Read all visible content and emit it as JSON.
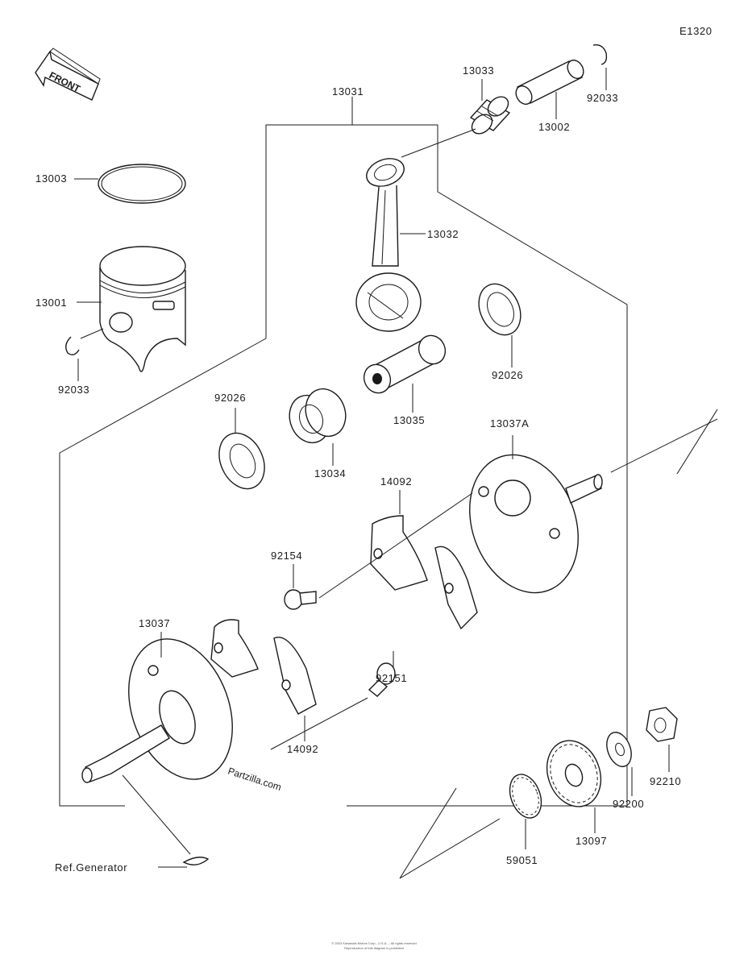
{
  "diagram_code": "E1320",
  "front_label": "FRONT",
  "watermark": "Partzilla.com",
  "ref_label": "Ref.Generator",
  "footer_lines": [
    "© 2023 Kawasaki Motors Corp., U.S.A. – All rights reserved",
    "Reproduction of this diagram is prohibited"
  ],
  "parts": [
    {
      "key": "p13031",
      "number": "13031"
    },
    {
      "key": "p13033",
      "number": "13033"
    },
    {
      "key": "p92033a",
      "number": "92033"
    },
    {
      "key": "p13002",
      "number": "13002"
    },
    {
      "key": "p13003",
      "number": "13003"
    },
    {
      "key": "p13032",
      "number": "13032"
    },
    {
      "key": "p13001",
      "number": "13001"
    },
    {
      "key": "p92033b",
      "number": "92033"
    },
    {
      "key": "p92026a",
      "number": "92026"
    },
    {
      "key": "p92026b",
      "number": "92026"
    },
    {
      "key": "p13035",
      "number": "13035"
    },
    {
      "key": "p13034",
      "number": "13034"
    },
    {
      "key": "p13037A",
      "number": "13037A"
    },
    {
      "key": "p14092a",
      "number": "14092"
    },
    {
      "key": "p92154",
      "number": "92154"
    },
    {
      "key": "p13037",
      "number": "13037"
    },
    {
      "key": "p92151",
      "number": "92151"
    },
    {
      "key": "p14092b",
      "number": "14092"
    },
    {
      "key": "p92210",
      "number": "92210"
    },
    {
      "key": "p92200",
      "number": "92200"
    },
    {
      "key": "p13097",
      "number": "13097"
    },
    {
      "key": "p59051",
      "number": "59051"
    }
  ]
}
